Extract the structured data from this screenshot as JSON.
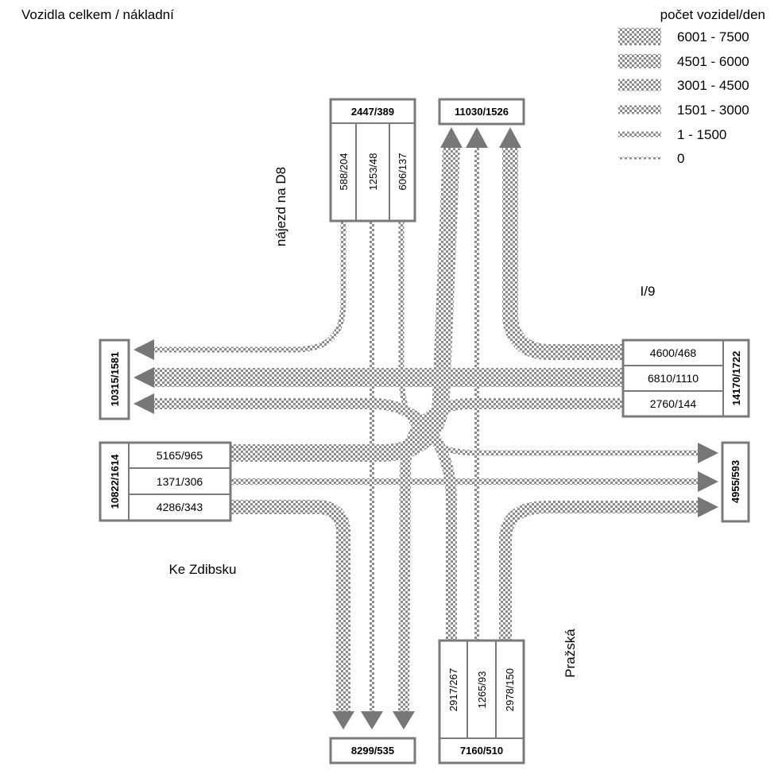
{
  "title": "Vozidla celkem / nákladní",
  "legend": {
    "title": "počet vozidel/den",
    "items": [
      "6001 - 7500",
      "4501 - 6000",
      "3001 - 4500",
      "1501 - 3000",
      "1 - 1500",
      "0"
    ]
  },
  "roads": {
    "north": "nájezd na D8",
    "east": "I/9",
    "west": "Ke Zdibsku",
    "south": "Pražská"
  },
  "north": {
    "in_total": "2447/389",
    "out_total": "11030/1526",
    "lanes": [
      "588/204",
      "1253/48",
      "606/137"
    ]
  },
  "east": {
    "in_total": "14170/1722",
    "out_total": "4955/593",
    "lanes": [
      "4600/468",
      "6810/1110",
      "2760/144"
    ]
  },
  "west": {
    "in_total": "10822/1614",
    "out_total": "10315/1581",
    "lanes": [
      "5165/965",
      "1371/306",
      "4286/343"
    ]
  },
  "south": {
    "in_total": "7160/510",
    "out_total": "8299/535",
    "lanes": [
      "2917/267",
      "1265/93",
      "2978/150"
    ]
  }
}
